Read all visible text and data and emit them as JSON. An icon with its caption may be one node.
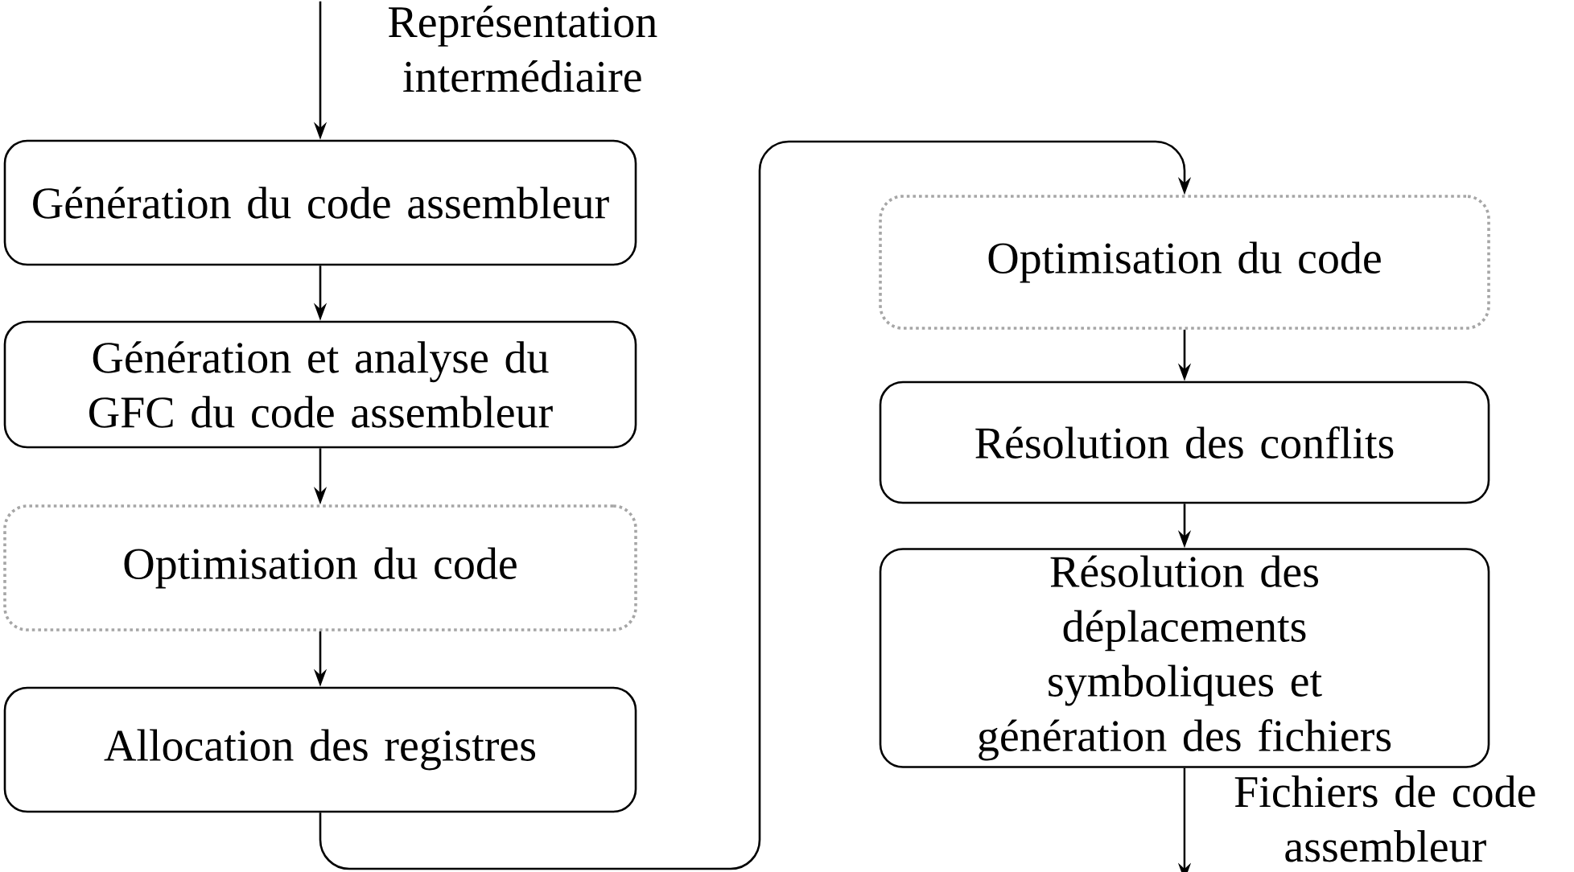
{
  "diagram": {
    "nodes": [
      {
        "text": [
          "Génération du code assembleur"
        ]
      },
      {
        "text": [
          "Génération et analyse du GFC du code assembleur"
        ]
      },
      {
        "text": [
          "Optimisation du code"
        ]
      },
      {
        "text": [
          "Allocation des registres"
        ]
      },
      {
        "text": [
          "Optimisation du code"
        ]
      },
      {
        "text": [
          "Résolution des conflits"
        ]
      },
      {
        "text": [
          "Résolution des déplacements symboliques et génération des fichiers"
        ]
      }
    ],
    "edges": [
      {
        "from": null,
        "to": 0,
        "arrow": "to",
        "label": "Représentation intermédiaire"
      },
      {
        "from": 0,
        "to": 1,
        "arrow": "to"
      },
      {
        "from": 1,
        "to": 2,
        "arrow": "to"
      },
      {
        "from": 2,
        "to": 3,
        "arrow": "to"
      },
      {
        "from": 3,
        "to": 4,
        "arrow": "to"
      },
      {
        "from": 4,
        "to": 5,
        "arrow": "to"
      },
      {
        "from": 5,
        "to": 6,
        "arrow": "to"
      },
      {
        "from": 6,
        "to": null,
        "arrow": "to",
        "label": "Fichiers de code assembleur"
      }
    ]
  }
}
